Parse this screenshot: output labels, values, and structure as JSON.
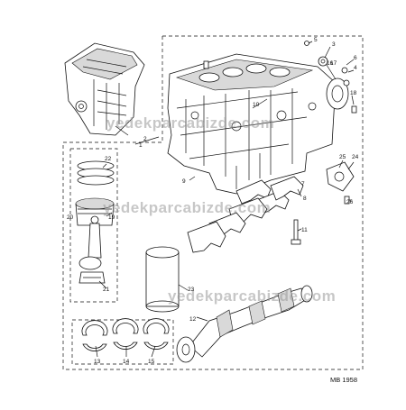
{
  "diagram": {
    "reference": "MB 1958",
    "watermark": "yedekparcabizde.com",
    "callouts": [
      "1",
      "2",
      "3",
      "4",
      "5",
      "6",
      "7",
      "8",
      "9",
      "10",
      "11",
      "12",
      "13",
      "14",
      "15",
      "16",
      "17",
      "18",
      "19",
      "20",
      "21",
      "22",
      "23",
      "24",
      "25",
      "26"
    ]
  }
}
